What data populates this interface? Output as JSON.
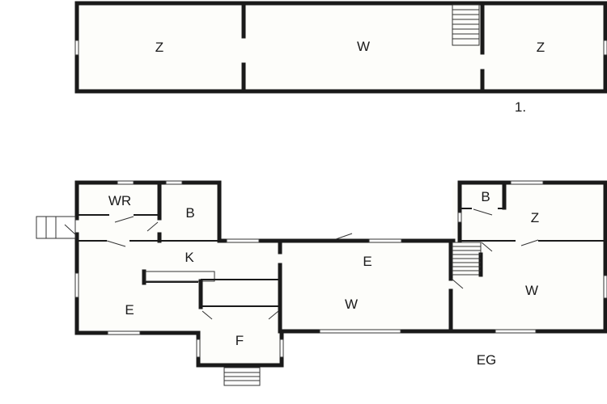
{
  "upper_floor": {
    "label": "1.",
    "rooms": [
      {
        "label": "Z"
      },
      {
        "label": "W"
      },
      {
        "label": "Z"
      }
    ]
  },
  "ground_floor": {
    "label": "EG",
    "rooms": [
      {
        "label": "WR"
      },
      {
        "label": "B"
      },
      {
        "label": "K"
      },
      {
        "label": "E"
      },
      {
        "label": "F"
      },
      {
        "label": "E"
      },
      {
        "label": "W"
      },
      {
        "label": "B"
      },
      {
        "label": "Z"
      },
      {
        "label": "W"
      }
    ]
  }
}
